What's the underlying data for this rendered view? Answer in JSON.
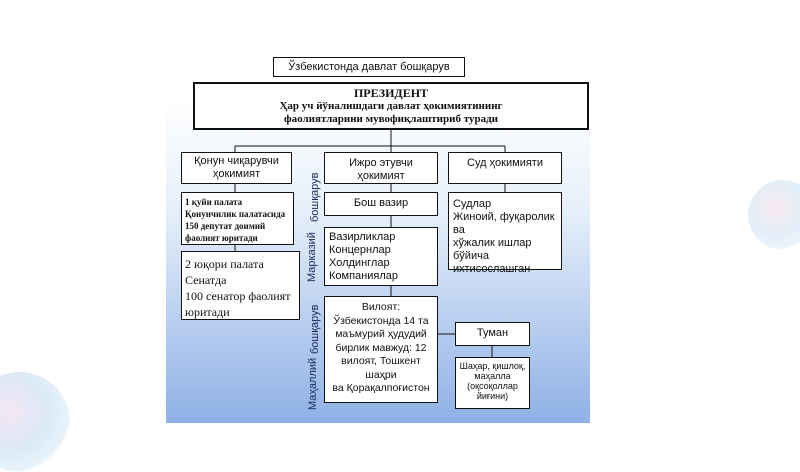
{
  "title": "Ўзбекистонда давлат бошқарув тизими",
  "president": {
    "heading": "ПРЕЗИДЕНТ",
    "line1": "Ҳар уч йўналишдаги давлат ҳокимиятининг",
    "line2": "фаолиятларини мувофиқлаштириб туради"
  },
  "branches": {
    "legislative": {
      "heading": "Қонун чиқарувчи ҳокимият",
      "lower": "1 қуйи палата  Қонунчилик палатасида 150 депутат доимий фаолият юритади",
      "upper_lines": [
        "2 юқори палата",
        "Сенатда",
        "100 сенатор фаолият",
        "юритади"
      ]
    },
    "executive": {
      "heading": "Ижро этувчи ҳокимият",
      "pm": "Бош вазир",
      "ministries_lines": [
        "Вазирликлар",
        "Концернлар",
        "Холдинглар",
        "Компаниялар"
      ],
      "regions_lines": [
        "Вилоят:",
        "Ўзбекистонда 14 та",
        "маъмурий ҳудудий",
        "бирлик мавжуд: 12",
        "вилоят, Тошкент шаҳри",
        "ва Қорақалпоғистон"
      ],
      "district": "Туман",
      "local_lines": [
        "Шаҳар, қишлоқ,",
        "маҳалла",
        "(оқсоқоллар",
        "йиғини)"
      ]
    },
    "judicial": {
      "heading": "Суд ҳокимияти",
      "courts_lines": [
        "Судлар",
        "Жиноий, фуқаролик ва",
        "хўжалик ишлар бўйича",
        "ихтисослашган"
      ]
    }
  },
  "side_labels": {
    "central_a": "бошқарув",
    "central_b": "Марказий",
    "local_a": "бошқарув",
    "local_b": "Маҳаллий"
  }
}
